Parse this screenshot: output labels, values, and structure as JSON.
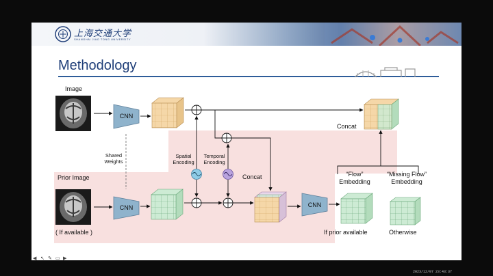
{
  "header": {
    "university_name_cn": "上海交通大学",
    "university_name_en": "SHANGHAI JIAO TONG UNIVERSITY"
  },
  "slide": {
    "title": "Methodology",
    "accent_color": "#2e5c99",
    "title_color": "#1f3e78"
  },
  "diagram": {
    "image_label": "Image",
    "prior_image_label": "Prior Image",
    "if_available_label": "( If available )",
    "cnn_top_label": "CNN",
    "cnn_bottom_label": "CNN",
    "cnn_right_label": "CNN",
    "shared_weights_label": "Shared\nWeights",
    "spatial_encoding_label": "Spatial\nEncoding",
    "temporal_encoding_label": "Temporal\nEncoding",
    "concat_top_label": "Concat",
    "concat_mid_label": "Concat",
    "flow_embedding_label": "“Flow”\nEmbedding",
    "missing_flow_embedding_label": "“Missing Flow”\nEmbedding",
    "if_prior_available_label": "If prior available",
    "otherwise_label": "Otherwise",
    "colors": {
      "cnn_fill": "#8fb3cc",
      "orange_cube": "#f5d7a8",
      "green_cube": "#cdebd4",
      "pink_region": "#f8e0df",
      "spatial_circle": "#8ecbe6",
      "temporal_circle": "#b9a3de"
    }
  },
  "status": {
    "timestamp": "2023/12/07 23:43:37"
  }
}
